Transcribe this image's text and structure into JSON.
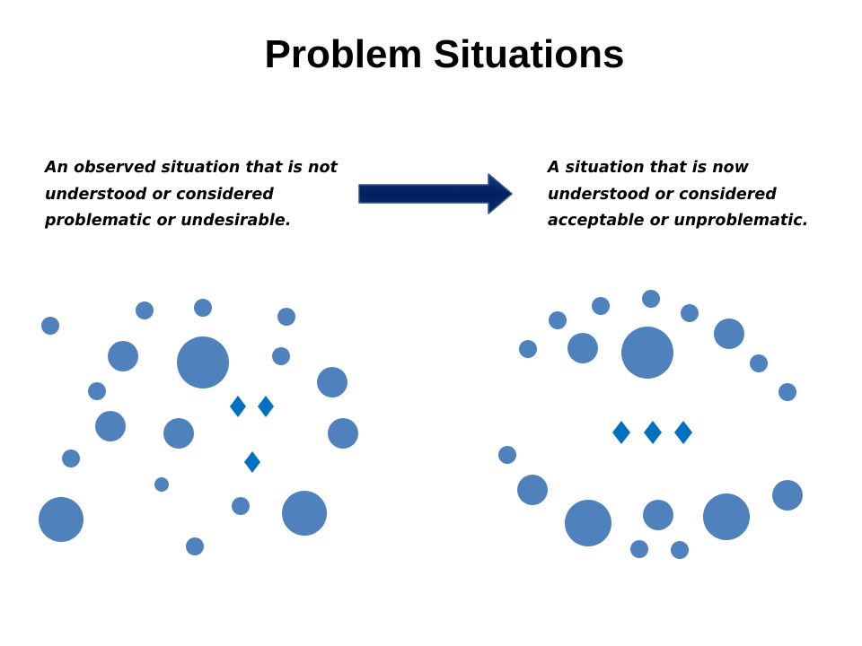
{
  "slide": {
    "title": "Problem Situations"
  },
  "before": {
    "caption": "An observed situation that is not\nunderstood or considered\nproblematic or undesirable."
  },
  "after": {
    "caption": "A situation that is now\nunderstood or considered\nacceptable or unproblematic."
  },
  "colors": {
    "circle_fill": "#4f81bd",
    "diamond_fill": "#0070c0",
    "arrow_fill": "#002060",
    "arrow_stroke": "#2f528f"
  },
  "icons": {
    "transition": "right-arrow-icon",
    "element": "circle-icon",
    "focus": "diamond-icon"
  }
}
